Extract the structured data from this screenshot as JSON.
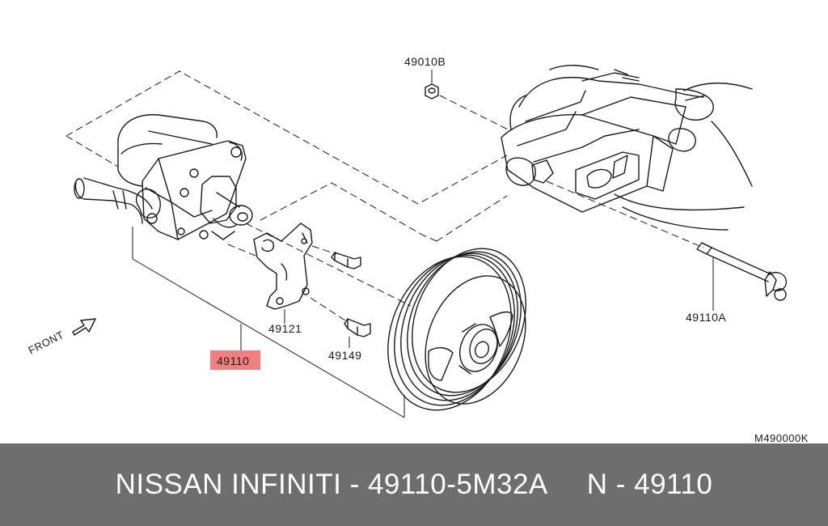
{
  "diagram": {
    "labels": {
      "nut": "49010B",
      "bolt_long": "49110A",
      "bracket": "49121",
      "bolt_short": "49149",
      "pump": "49110",
      "front": "FRONT",
      "diagram_code": "M490000K"
    },
    "highlight_color": "#f08080"
  },
  "caption": {
    "text": "NISSAN INFINITI - 49110-5M32A",
    "code": "N - 49110"
  }
}
